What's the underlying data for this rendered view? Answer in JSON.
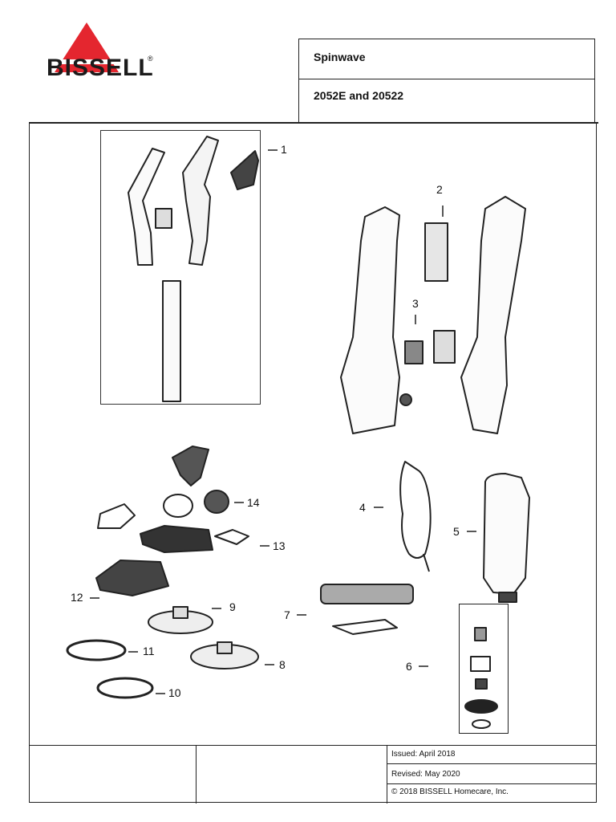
{
  "brand": {
    "name": "BISSELL",
    "mark": "®",
    "logo_color": "#e4262f"
  },
  "header": {
    "product": "Spinwave",
    "models": "2052E and 20522"
  },
  "callouts": [
    "1",
    "2",
    "3",
    "4",
    "5",
    "6",
    "7",
    "8",
    "9",
    "10",
    "11",
    "12",
    "13",
    "14"
  ],
  "footer": {
    "issued": "Issued:  April 2018",
    "revised": "Revised:  May 2020",
    "copyright": "© 2018 BISSELL Homecare, Inc."
  }
}
